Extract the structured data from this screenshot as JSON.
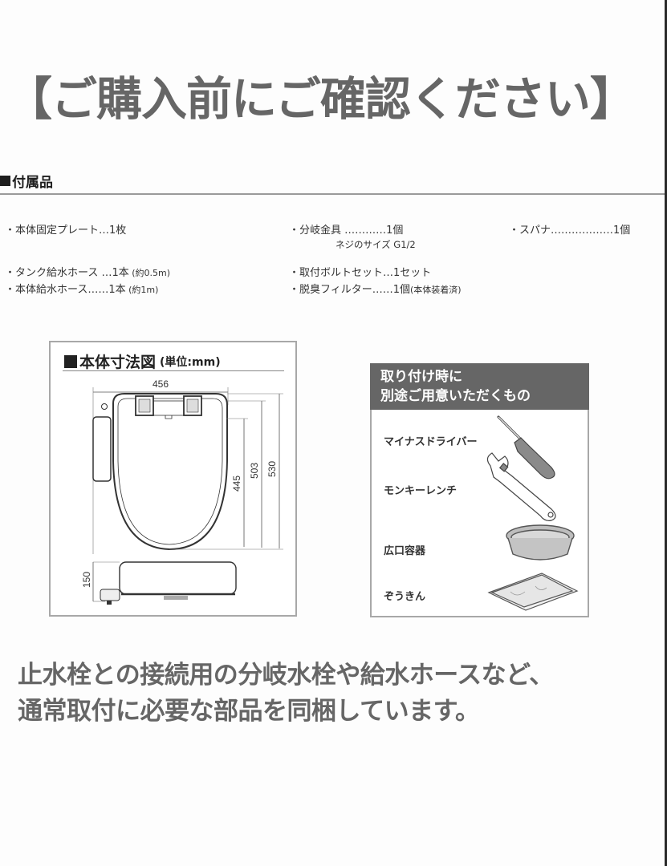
{
  "main_heading": "【ご購入前にご確認ください】",
  "accessories": {
    "heading": "付属品",
    "items": [
      {
        "text": "・本体固定プレート…1枚",
        "note": ""
      },
      {
        "text": "・分岐金具 …………1個",
        "note": "",
        "sub": "ネジのサイズ G1/2"
      },
      {
        "text": "・スパナ………………1個",
        "note": ""
      },
      {
        "text": "・タンク給水ホース …1本",
        "note": " (約0.5m)"
      },
      {
        "text": "・取付ボルトセット…1セット",
        "note": ""
      },
      {
        "text": "・本体給水ホース……1本",
        "note": " (約1m)"
      },
      {
        "text": "・脱臭フィルター……1個",
        "note": "(本体装着済)"
      }
    ]
  },
  "dimensions": {
    "title": "本体寸法図",
    "unit": "(単位:mm)",
    "width": "456",
    "depth_seat": "445",
    "depth_lid": "503",
    "depth_total": "530",
    "height": "150"
  },
  "tools": {
    "header_line1": "取り付け時に",
    "header_line2": "別途ご用意いただくもの",
    "items": [
      {
        "label": "マイナスドライバー",
        "icon": "flathead-screwdriver-icon"
      },
      {
        "label": "モンキーレンチ",
        "icon": "adjustable-wrench-icon"
      },
      {
        "label": "広口容器",
        "icon": "wide-basin-icon"
      },
      {
        "label": "ぞうきん",
        "icon": "cleaning-cloth-icon"
      }
    ]
  },
  "footer_text": {
    "line1": "止水栓との接続用の分岐水栓や給水ホースなど、",
    "line2": "通常取付に必要な部品を同梱しています。"
  },
  "colors": {
    "heading_gray": "#666666",
    "tools_header_bg": "#666666",
    "box_border": "#a8a8a8",
    "text_dark": "#333333"
  }
}
